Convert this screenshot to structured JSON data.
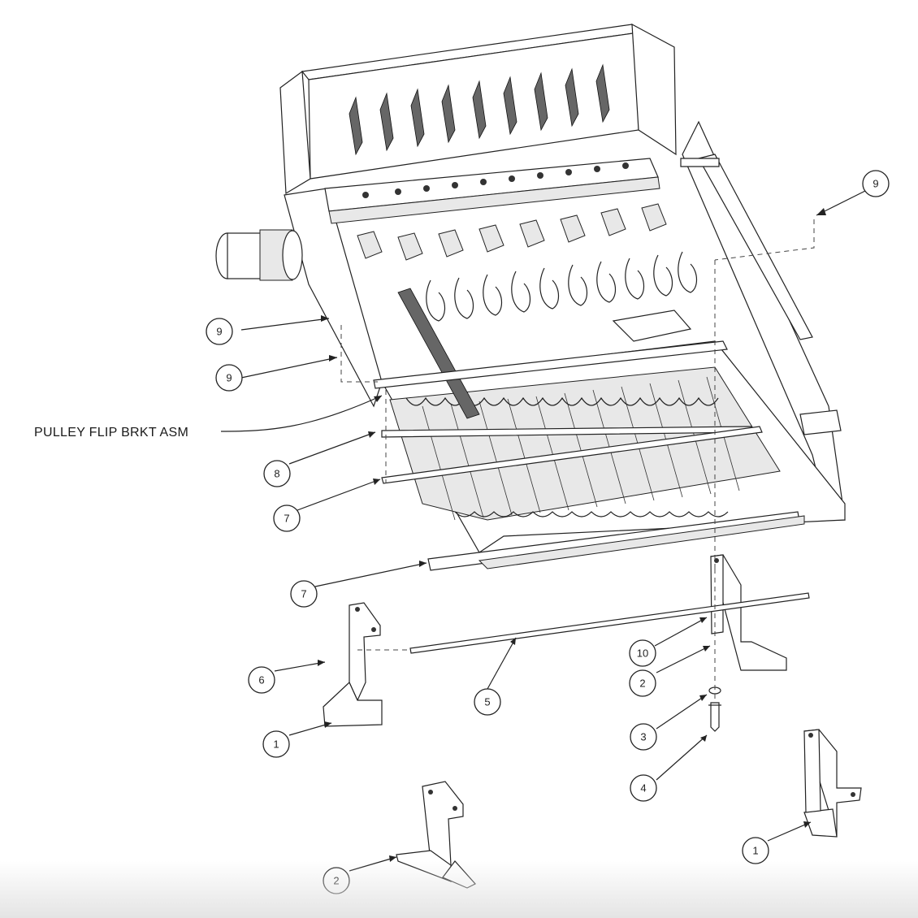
{
  "label": "PULLEY FLIP BRKT ASM",
  "callouts": [
    "9",
    "9",
    "9",
    "8",
    "7",
    "7",
    "6",
    "5",
    "1",
    "10",
    "2",
    "3",
    "4",
    "1",
    "2"
  ]
}
